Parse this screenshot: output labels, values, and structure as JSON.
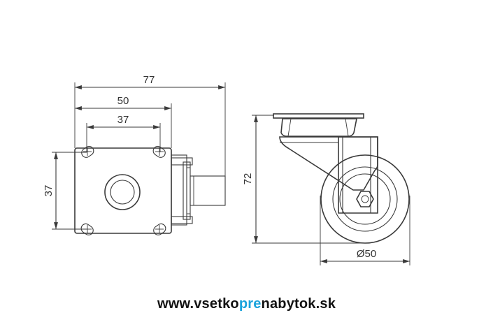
{
  "dimensions": {
    "overall_width": "77",
    "plate_width": "50",
    "hole_spacing_x": "37",
    "hole_spacing_y": "37",
    "height": "72",
    "wheel_diameter": "Ø50"
  },
  "brand": {
    "url_part1": "www.vsetko",
    "url_part2": "pre",
    "url_part3": "nabytok.sk",
    "color_dark": "#111111",
    "color_accent": "#1ba3dc"
  }
}
